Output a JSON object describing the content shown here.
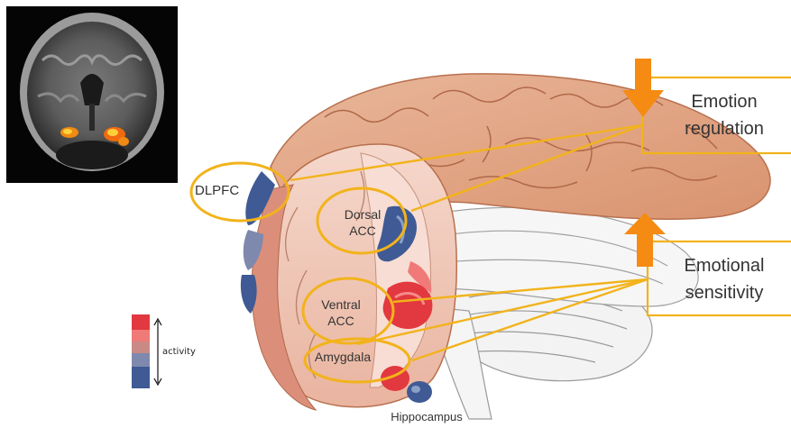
{
  "regions": {
    "dlpfc": "DLPFC",
    "dorsal_acc": [
      "Dorsal",
      "ACC"
    ],
    "ventral_acc": [
      "Ventral",
      "ACC"
    ],
    "amygdala": "Amygdala",
    "hippocampus": "Hippocampus"
  },
  "boxes": {
    "regulation": [
      "Emotion",
      "regulation"
    ],
    "sensitivity": [
      "Emotional",
      "sensitivity"
    ]
  },
  "scale": {
    "label": "activity",
    "colors": [
      "#e2383f",
      "#f07a78",
      "#c98a86",
      "#7f89ae",
      "#3f5a94"
    ]
  },
  "colors": {
    "highlight": "#f2b31b",
    "arrow": "#f58b12"
  }
}
